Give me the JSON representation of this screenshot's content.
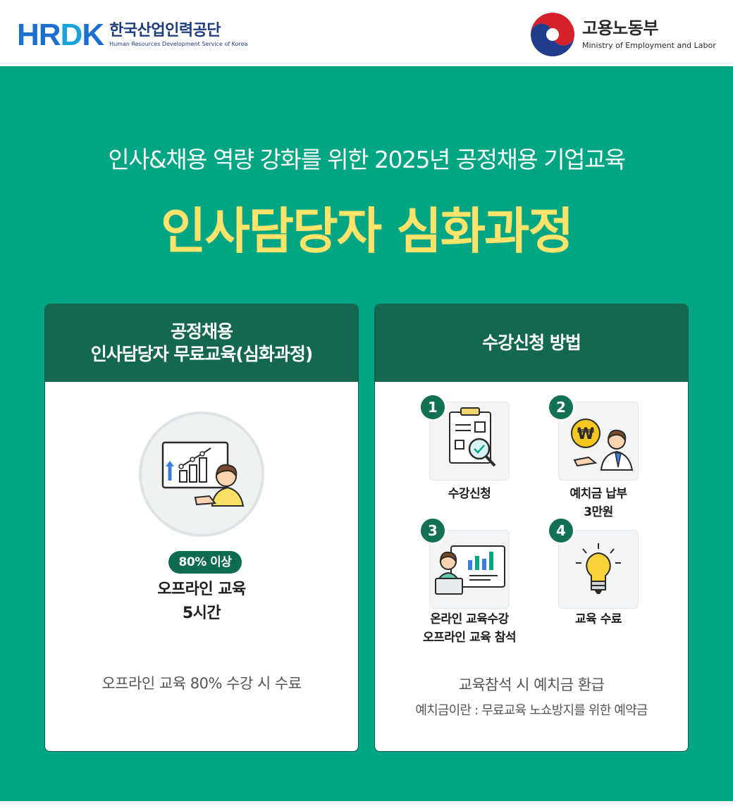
{
  "header": {
    "left_logo": {
      "mark": "HRDK",
      "name_ko": "한국산업인력공단",
      "name_en": "Human Resources Development Service of Korea"
    },
    "right_logo": {
      "name_ko": "고용노동부",
      "name_en": "Ministry of Employment and Labor"
    }
  },
  "hero": {
    "subtitle": "인사&채용 역량 강화를 위한 2025년 공정채용 기업교육",
    "title": "인사담당자 심화과정"
  },
  "left_card": {
    "heading_line1": "공정채용",
    "heading_line2": "인사담당자 무료교육(심화과정)",
    "icon": "presenter-chart-icon",
    "badge": "80% 이상",
    "main_line1": "오프라인 교육",
    "main_line2": "5시간",
    "note": "오프라인 교육 80% 수강 시 수료"
  },
  "right_card": {
    "heading": "수강신청 방법",
    "steps": [
      {
        "number": "1",
        "icon": "clipboard-magnifier-icon",
        "label_line1": "수강신청",
        "label_line2": ""
      },
      {
        "number": "2",
        "icon": "won-coin-person-icon",
        "label_line1": "예치금 납부",
        "label_line2": "3만원"
      },
      {
        "number": "3",
        "icon": "online-class-icon",
        "label_line1": "온라인 교육수강",
        "label_line2": "오프라인 교육 참석"
      },
      {
        "number": "4",
        "icon": "lightbulb-icon",
        "label_line1": "교육 수료",
        "label_line2": ""
      }
    ],
    "note1": "교육참석 시 예치금 환급",
    "note2": "예치금이란 : 무료교육 노쇼방지를 위한 예약금"
  },
  "colors": {
    "background_green": "#00a583",
    "card_header_green": "#146850",
    "title_yellow": "#ffe36a",
    "hrdk_blue": "#1a6fd1"
  }
}
